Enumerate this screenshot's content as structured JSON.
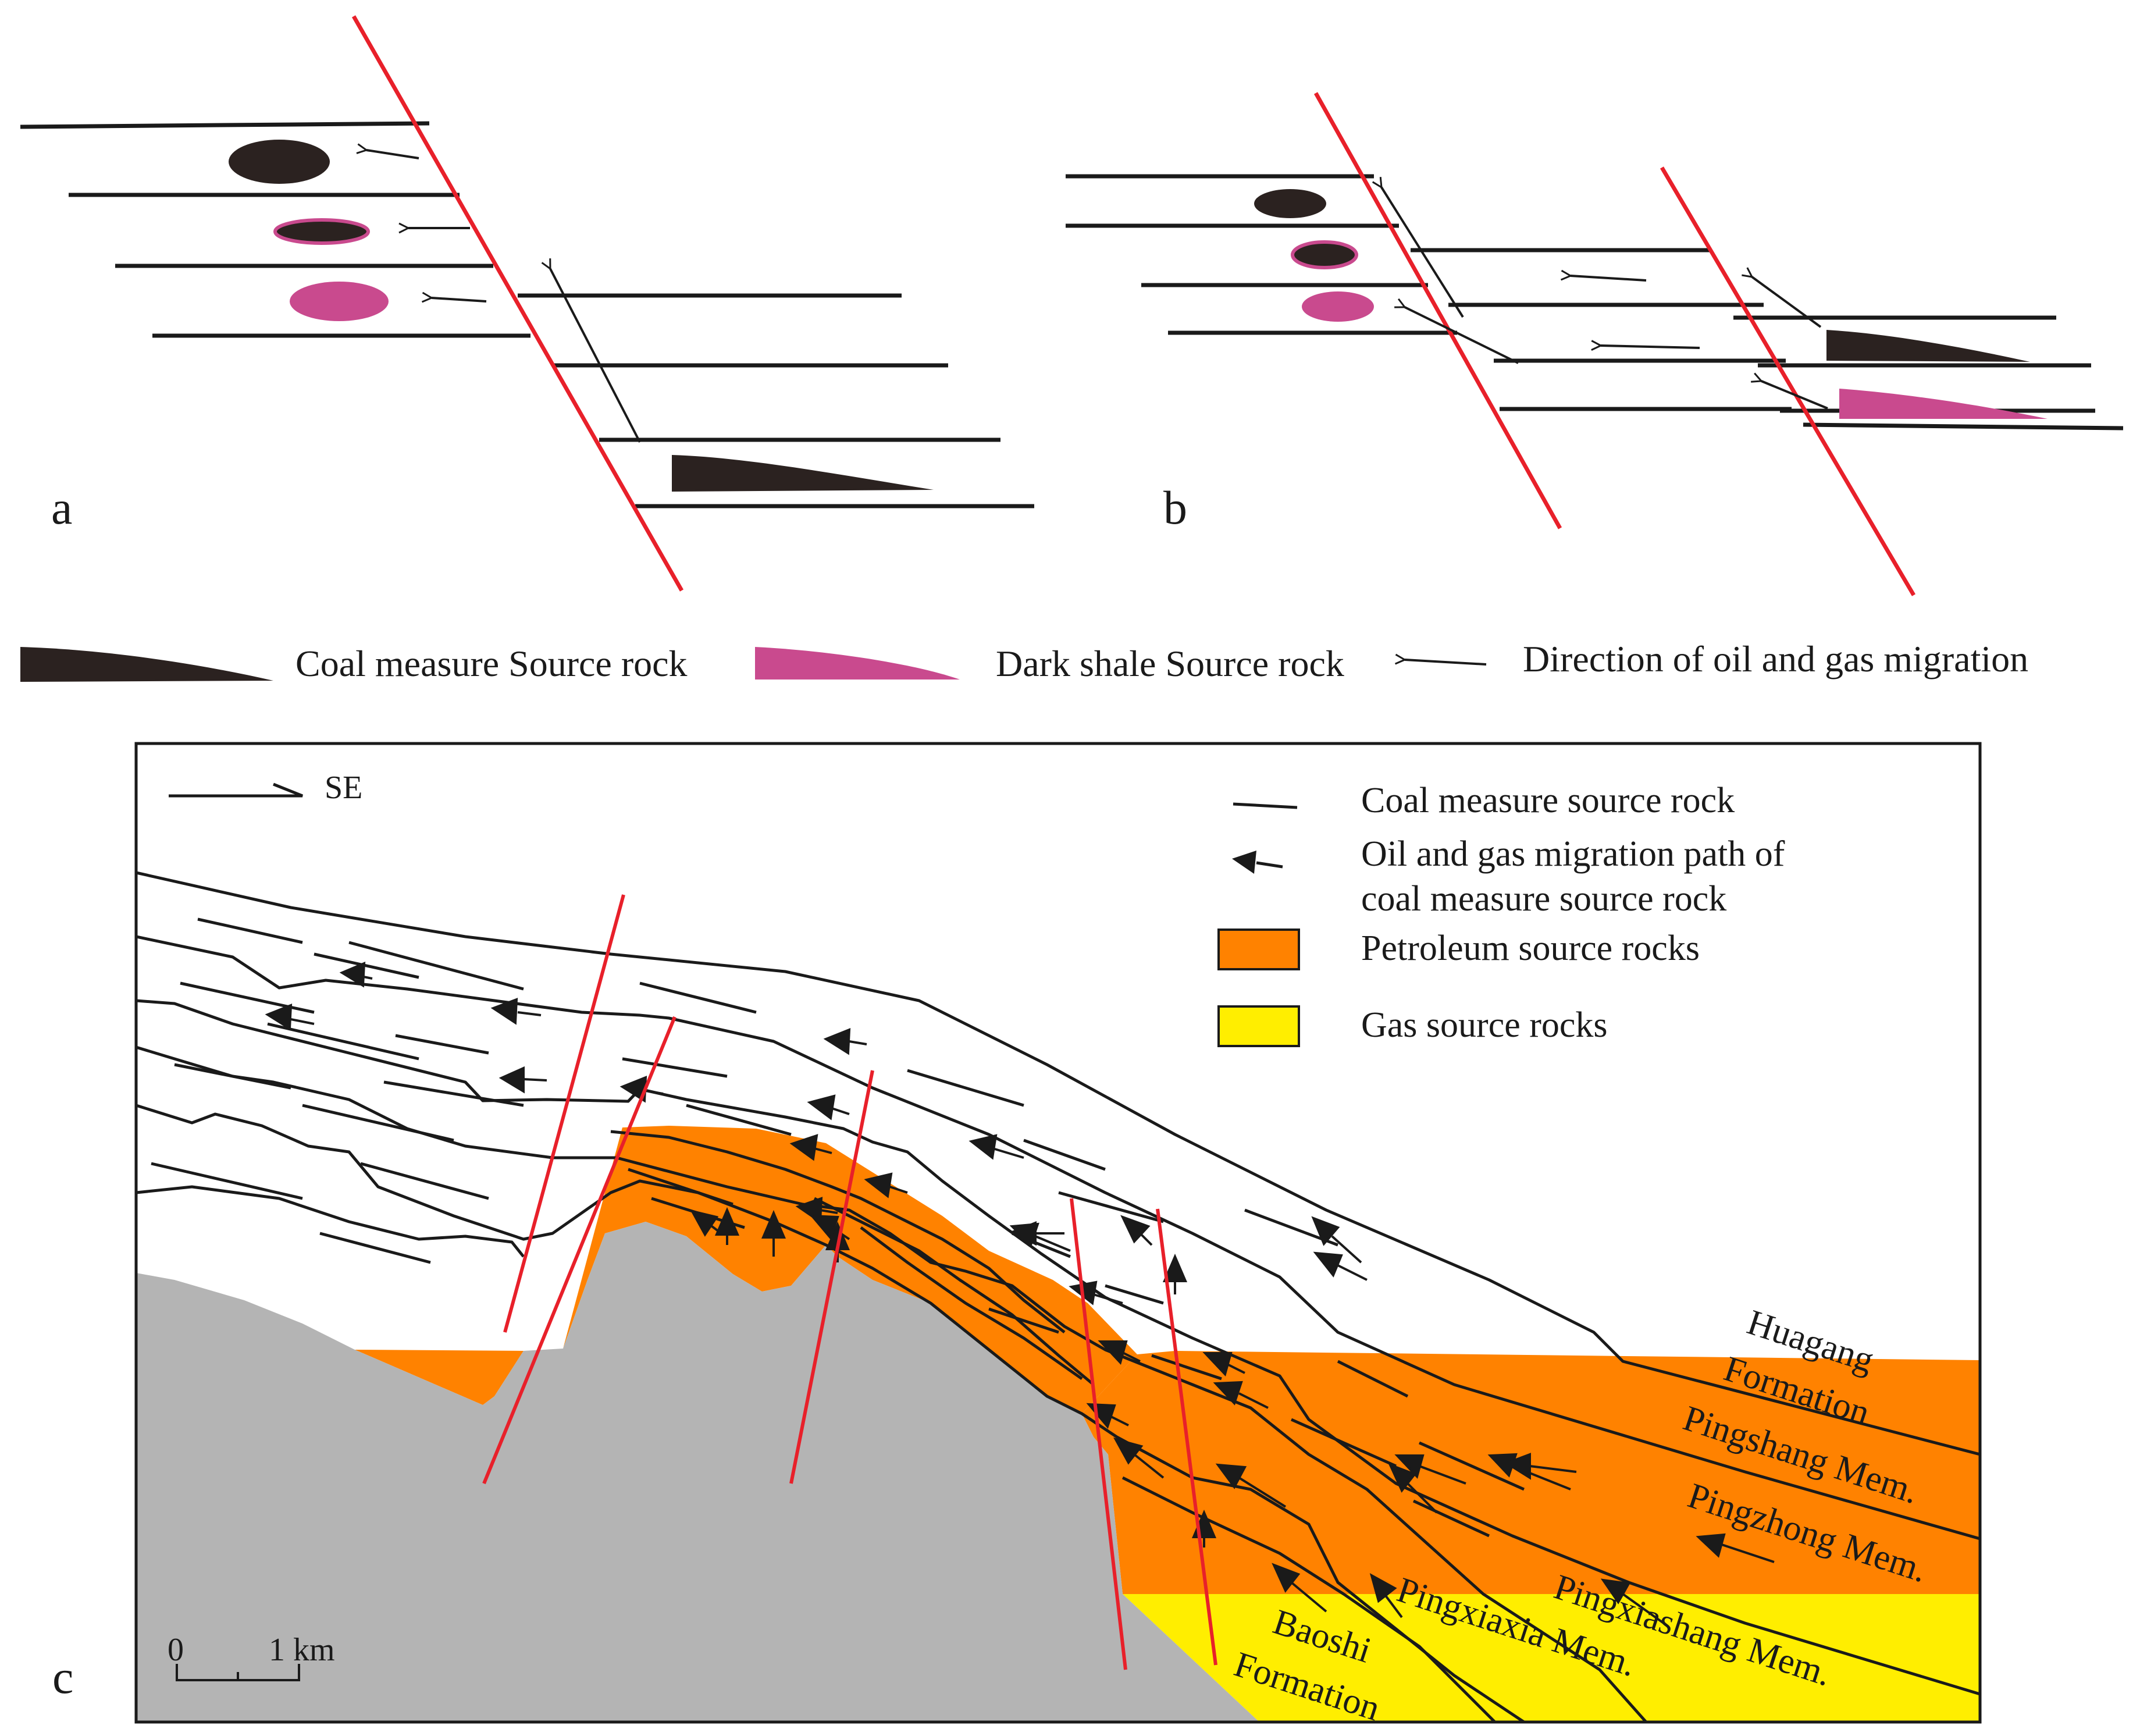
{
  "panels": {
    "a": {
      "label": "a"
    },
    "b": {
      "label": "b"
    },
    "c": {
      "label": "c"
    }
  },
  "legend_top": {
    "coal_measure": "Coal measure Source rock",
    "dark_shale": "Dark shale Source rock",
    "migration": "Direction of oil and gas migration"
  },
  "panel_c": {
    "orientation": "SE",
    "legend": {
      "coal_source": "Coal measure source rock",
      "migration_line1": "Oil and gas migration path of",
      "migration_line2": "coal measure source rock",
      "petroleum": "Petroleum source rocks",
      "gas": "Gas source rocks"
    },
    "formations": {
      "huagang_1": "Huagang",
      "huagang_2": "Formation",
      "pingshang": "Pingshang Mem.",
      "pingzhong": "Pingzhong Mem.",
      "pingxiashang": "Pingxiashang Mem.",
      "pingxiaxia": "Pingxiaxia Mem.",
      "baoshi_1": "Baoshi",
      "baoshi_2": "Formation"
    },
    "scale": {
      "zero": "0",
      "one": "1 km"
    }
  },
  "colors": {
    "fault": "#e8202a",
    "coal": "#2b2220",
    "shale": "#c94a8e",
    "petroleum": "#ff8200",
    "gas": "#ffee00",
    "basement": "#b4b4b4",
    "line": "#1a1a1a"
  }
}
